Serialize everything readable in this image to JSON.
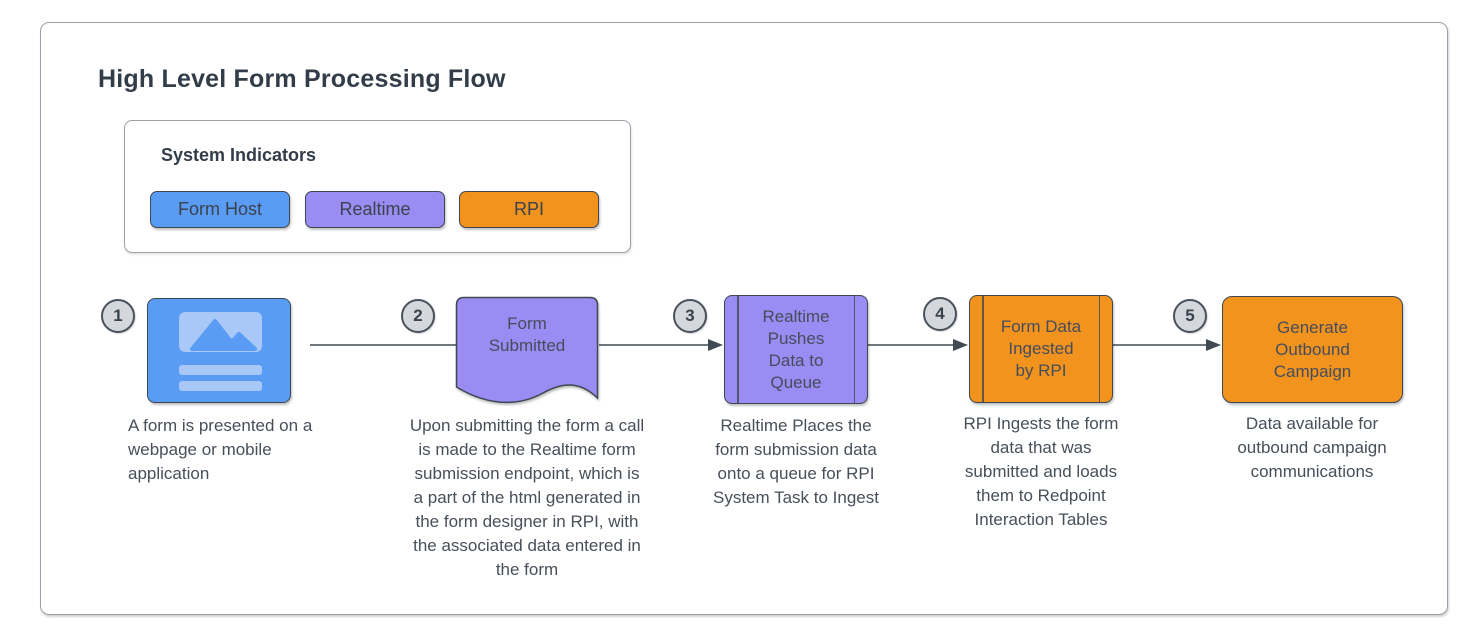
{
  "title": "High Level Form Processing Flow",
  "legend": {
    "title": "System Indicators",
    "items": [
      {
        "label": "Form Host",
        "color": "#5A9CF4"
      },
      {
        "label": "Realtime",
        "color": "#9A8CF2"
      },
      {
        "label": "RPI",
        "color": "#F2931E"
      }
    ]
  },
  "steps": [
    {
      "number": "1",
      "system": "Form Host",
      "shape": "webpage-thumbnail",
      "caption": "A form is presented on a\nwebpage or mobile\napplication"
    },
    {
      "number": "2",
      "system": "Realtime",
      "shape": "document",
      "label": "Form\nSubmitted",
      "caption": "Upon submitting the form a call\nis made to the Realtime form\nsubmission endpoint, which is\na part of the html generated in\nthe form designer in RPI, with\nthe associated data entered in\nthe form"
    },
    {
      "number": "3",
      "system": "Realtime",
      "shape": "predefined-process",
      "label": "Realtime\nPushes\nData to\nQueue",
      "caption": "Realtime Places the\nform submission data\nonto a queue for RPI\nSystem Task to Ingest"
    },
    {
      "number": "4",
      "system": "RPI",
      "shape": "predefined-process",
      "label": "Form Data\nIngested\nby RPI",
      "caption": "RPI Ingests the form\ndata that was\nsubmitted and loads\nthem to Redpoint\nInteraction Tables"
    },
    {
      "number": "5",
      "system": "RPI",
      "shape": "rounded-rectangle",
      "label": "Generate\nOutbound\nCampaign",
      "caption": "Data available for\noutbound campaign\ncommunications"
    }
  ],
  "colors": {
    "form_host": "#5A9CF4",
    "realtime": "#9A8CF2",
    "rpi": "#F2931E",
    "stroke": "#3E4852",
    "text": "#474F59"
  }
}
